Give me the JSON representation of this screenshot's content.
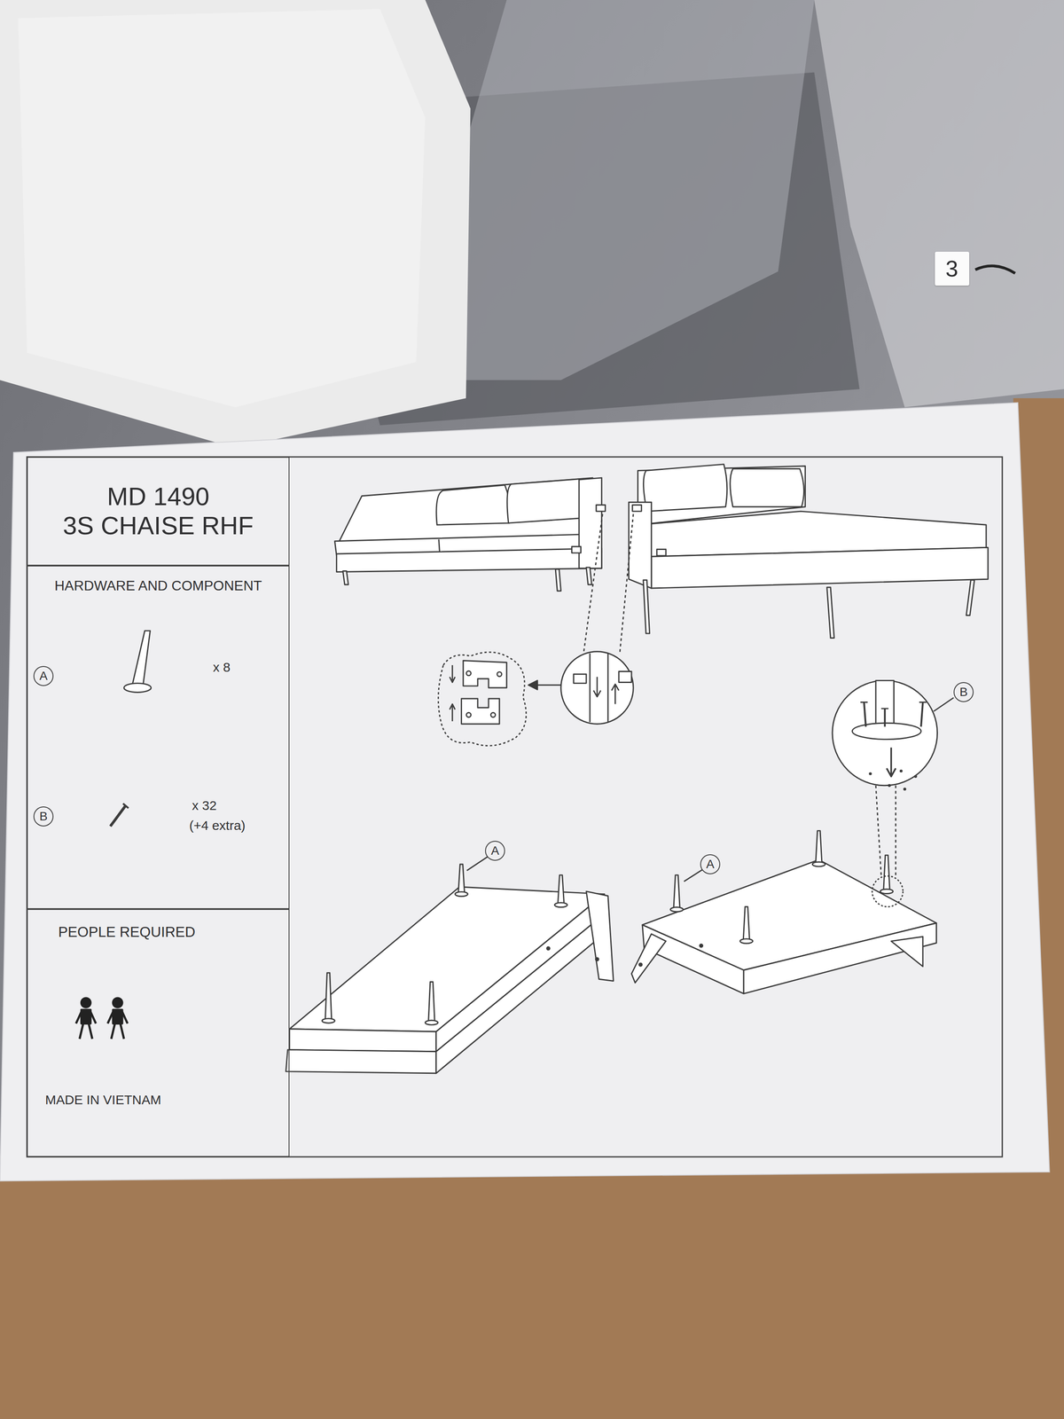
{
  "diagram": {
    "nodes": [
      {
        "text": [
          "3"
        ]
      },
      {
        "text": [
          "MD 1490",
          "3S CHAISE RHF"
        ]
      },
      {
        "text": [
          "HARDWARE AND COMPONENT"
        ]
      },
      {
        "text": [
          "A"
        ],
        "in": 2
      },
      {
        "text": [
          "B"
        ],
        "in": 2
      },
      {
        "text": [
          "PEOPLE REQUIRED",
          "MADE IN VIETNAM"
        ]
      },
      {
        "text": [
          "B"
        ]
      },
      {
        "text": [
          "A"
        ]
      },
      {
        "text": [
          "A"
        ]
      }
    ],
    "labels": [
      "x 8",
      "x 32",
      "(+4 extra)"
    ]
  }
}
